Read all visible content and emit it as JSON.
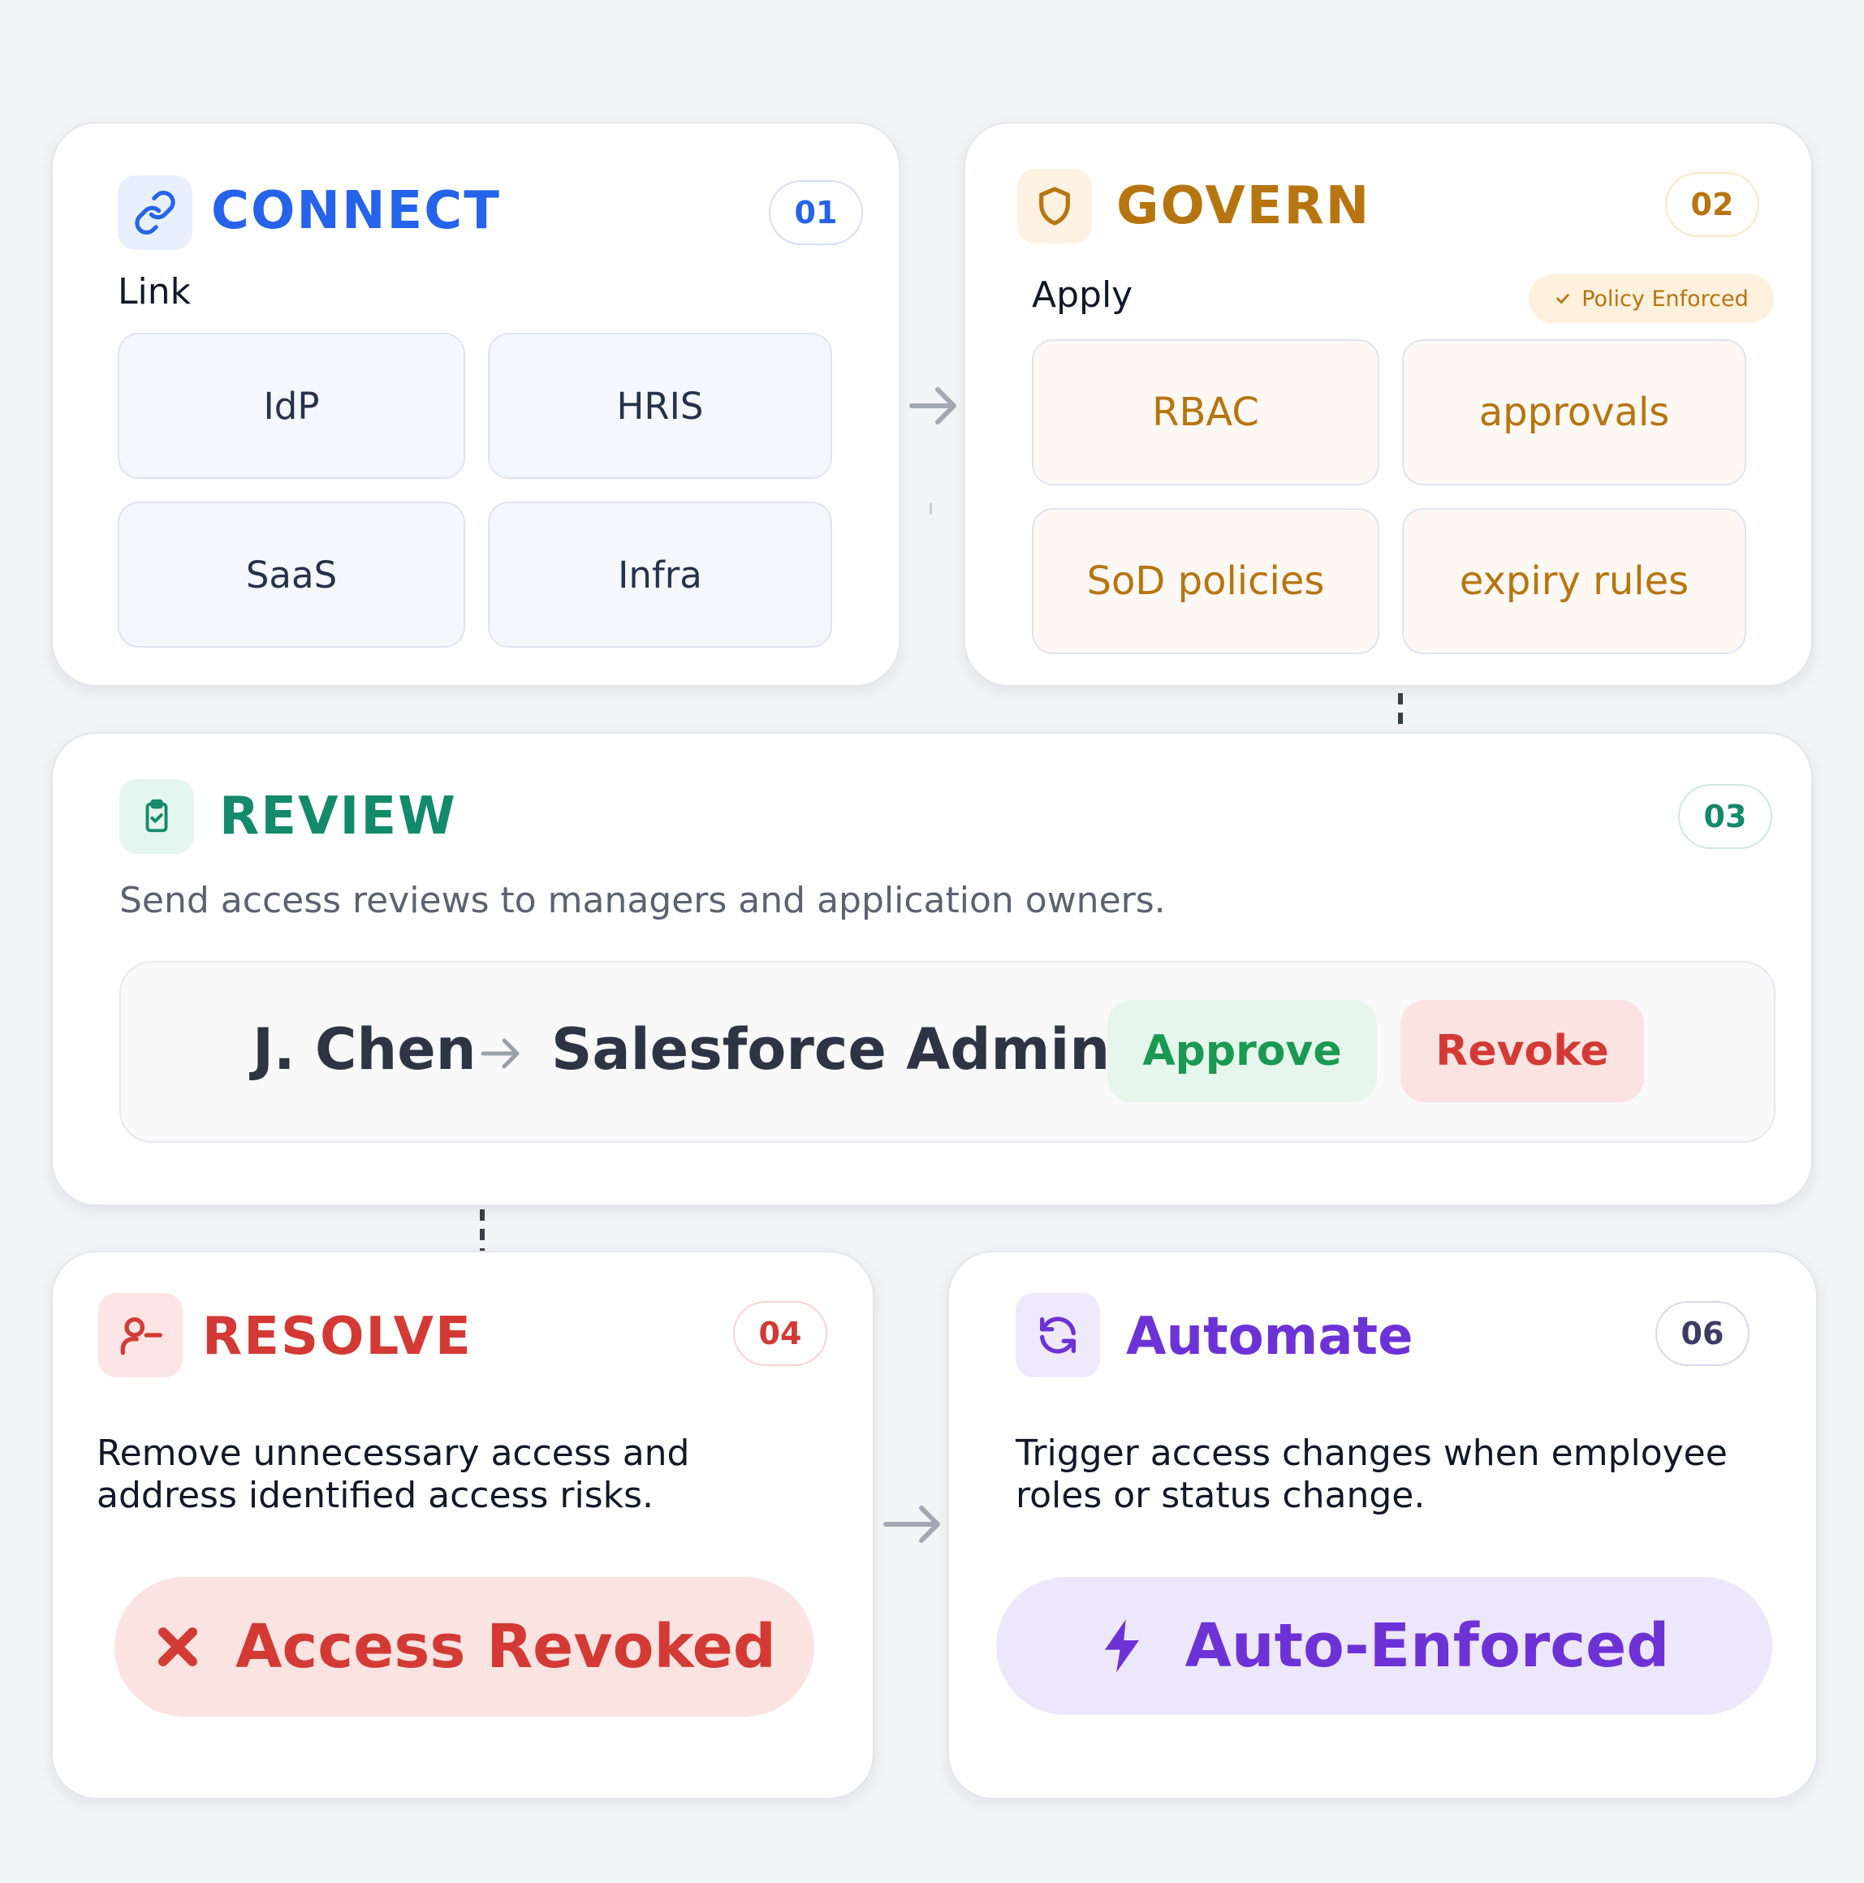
{
  "connect": {
    "title": "CONNECT",
    "number": "01",
    "subtitle": "Link",
    "tiles": [
      "IdP",
      "HRIS",
      "SaaS",
      "Infra"
    ],
    "icon": "link-icon",
    "accent": "#2563eb"
  },
  "govern": {
    "title": "GOVERN",
    "number": "02",
    "subtitle": "Apply",
    "badge": "Policy Enforced",
    "tiles": [
      "RBAC",
      "approvals",
      "SoD policies",
      "expiry rules"
    ],
    "icon": "shield-icon",
    "accent": "#b7750f"
  },
  "review": {
    "title": "REVIEW",
    "number": "03",
    "description": "Send access reviews to managers and application owners.",
    "request": {
      "user": "J. Chen",
      "role": "Salesforce Admin"
    },
    "approve_label": "Approve",
    "revoke_label": "Revoke",
    "icon": "clipboard-check-icon",
    "accent": "#138a6a"
  },
  "resolve": {
    "title": "RESOLVE",
    "number": "04",
    "description": "Remove unnecessary access and address identified access risks.",
    "status": "Access Revoked",
    "icon": "user-minus-icon",
    "accent": "#d33a35"
  },
  "automate": {
    "title": "Automate",
    "number": "06",
    "description": "Trigger access changes when employee roles or status change.",
    "status": "Auto-Enforced",
    "icon": "refresh-icon",
    "accent": "#6d32d6"
  }
}
